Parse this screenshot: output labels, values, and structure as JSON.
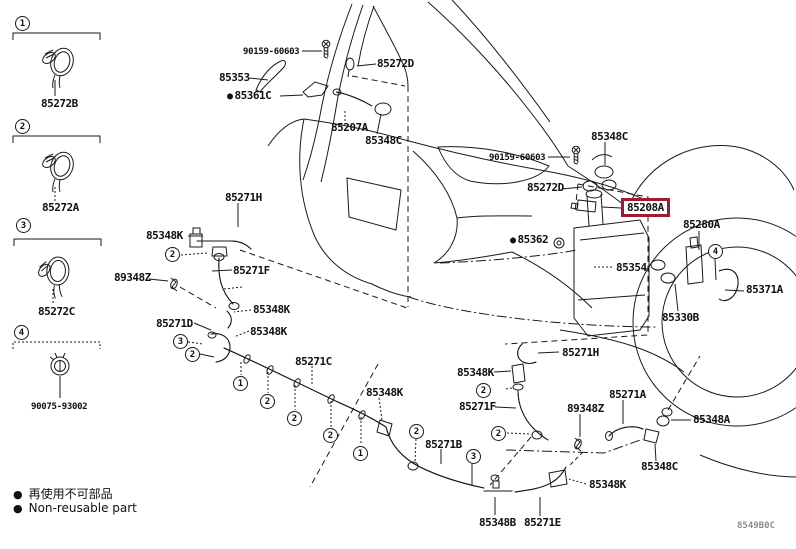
{
  "diagram": {
    "code": "8549B0C",
    "highlight_color": "#9E1B38",
    "legend": [
      {
        "marker": "●",
        "text": "再使用不可部品"
      },
      {
        "marker": "●",
        "text": "Non-reusable part"
      }
    ]
  },
  "sidebar": {
    "items": [
      {
        "num": "1",
        "part": "85272B"
      },
      {
        "num": "2",
        "part": "85272A"
      },
      {
        "num": "3",
        "part": "85272C"
      },
      {
        "num": "4",
        "part": "90075-93002"
      }
    ]
  },
  "callouts": [
    "2",
    "3",
    "2",
    "1",
    "2",
    "2",
    "2",
    "1",
    "2",
    "2",
    "2",
    "3",
    "4"
  ],
  "labels": [
    {
      "text": "90159-60603"
    },
    {
      "text": "85353"
    },
    {
      "marker": "●",
      "text": "85361C"
    },
    {
      "text": "85272D"
    },
    {
      "text": "85207A"
    },
    {
      "text": "85348C"
    },
    {
      "text": "85348C"
    },
    {
      "text": "90159-60603"
    },
    {
      "text": "85272D"
    },
    {
      "text": "85208A",
      "highlighted": true
    },
    {
      "marker": "●",
      "text": "85362"
    },
    {
      "text": "85354"
    },
    {
      "text": "85280A"
    },
    {
      "text": "85371A"
    },
    {
      "text": "85330B"
    },
    {
      "text": "85271H"
    },
    {
      "text": "85348K"
    },
    {
      "text": "89348Z"
    },
    {
      "text": "85271F"
    },
    {
      "text": "85348K"
    },
    {
      "text": "85271D"
    },
    {
      "text": "85348K"
    },
    {
      "text": "85271C"
    },
    {
      "text": "85348K"
    },
    {
      "text": "85271B"
    },
    {
      "text": "85271H"
    },
    {
      "text": "85348K"
    },
    {
      "text": "85271F"
    },
    {
      "text": "89348Z"
    },
    {
      "text": "85271A"
    },
    {
      "text": "85348A"
    },
    {
      "text": "85348C"
    },
    {
      "text": "85348K"
    },
    {
      "text": "85348B"
    },
    {
      "text": "85271E"
    }
  ]
}
